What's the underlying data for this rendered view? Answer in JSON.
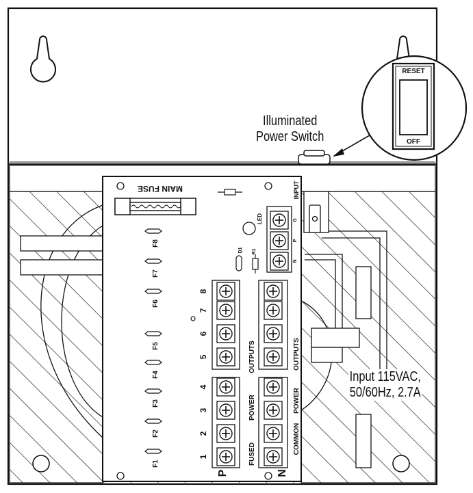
{
  "callouts": {
    "switch_line1": "Illuminated",
    "switch_line2": "Power Switch",
    "input_line1": "Input 115VAC,",
    "input_line2": "50/60Hz, 2.7A"
  },
  "switch": {
    "reset": "RESET",
    "off": "OFF"
  },
  "board": {
    "main_fuse": "MAIN FUSE",
    "input": "INPUT",
    "led": "LED",
    "d1": "D1",
    "r1": "R1",
    "input_terminals": [
      "G",
      "P",
      "N"
    ],
    "fuses": [
      "F1",
      "F2",
      "F3",
      "F4",
      "F5",
      "F6",
      "F7",
      "F8"
    ],
    "positions": [
      "1",
      "2",
      "3",
      "4",
      "5",
      "6",
      "7",
      "8"
    ],
    "fused_power_outputs": [
      "FUSED",
      "POWER",
      "OUTPUTS"
    ],
    "common_power_outputs": [
      "COMMON",
      "POWER",
      "OUTPUTS"
    ],
    "p_label": "P",
    "n_label": "N"
  }
}
